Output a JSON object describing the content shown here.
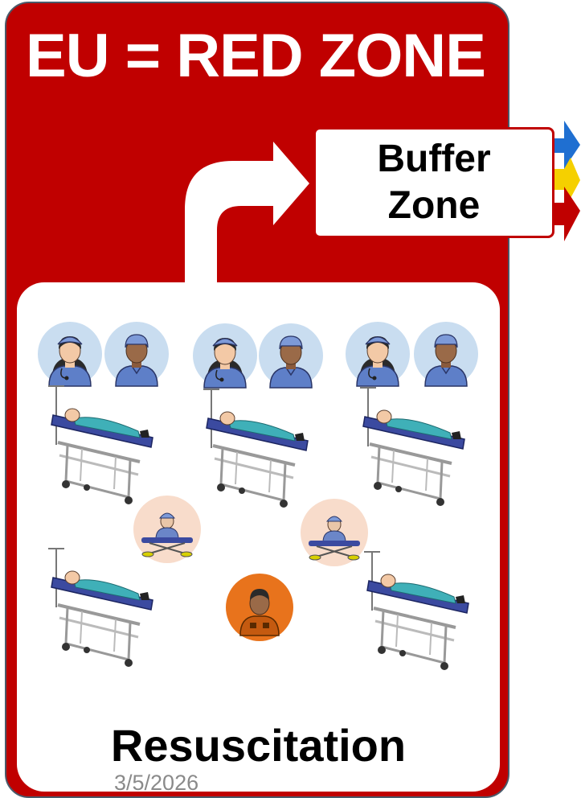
{
  "zone": {
    "title": "EU = RED ZONE"
  },
  "buffer": {
    "label": "Buffer\nZone"
  },
  "area": {
    "label": "Resuscitation"
  },
  "footer": {
    "date": "3/5/2026"
  },
  "colors": {
    "red_zone": "#c00000",
    "arrow_blue": "#1f6fd1",
    "arrow_yellow": "#f5d000",
    "arrow_red": "#c00000",
    "staff_circle": "#c9ddf0",
    "patient_circle": "#f8dccb",
    "triage_circle": "#e8731c",
    "stretcher_mattress": "#3b4aa0"
  },
  "staff_groups": [
    {
      "members": [
        "female-doctor-icon",
        "male-doctor-icon"
      ]
    },
    {
      "members": [
        "female-doctor-icon",
        "male-doctor-icon"
      ]
    },
    {
      "members": [
        "female-doctor-icon",
        "male-doctor-icon"
      ]
    }
  ],
  "icons": [
    "female-doctor-icon",
    "male-doctor-icon",
    "stretcher-icon",
    "stretcher-patient-icon",
    "triage-officer-icon",
    "curved-arrow-icon"
  ]
}
